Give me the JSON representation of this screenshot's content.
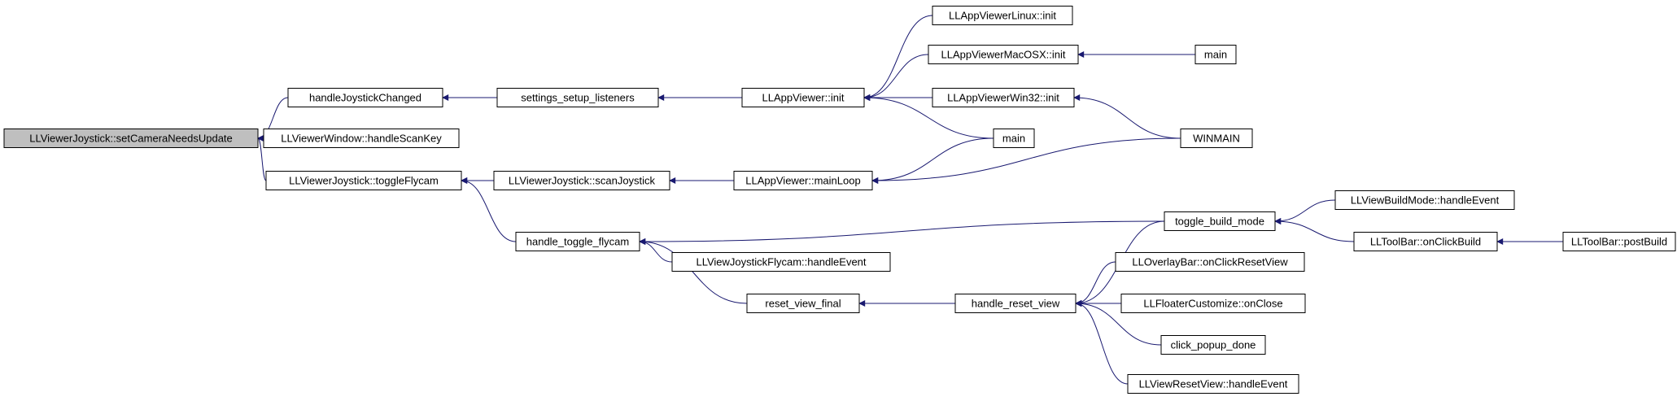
{
  "colors": {
    "edge": "#191970",
    "node_border": "#000000",
    "node_fill": "#ffffff",
    "root_fill": "#bfbfbf",
    "background": "#ffffff"
  },
  "nodes": [
    {
      "id": "setCameraNeedsUpdate",
      "label": "LLViewerJoystick::setCameraNeedsUpdate",
      "root": true
    },
    {
      "id": "handleJoystickChanged",
      "label": "handleJoystickChanged"
    },
    {
      "id": "handleScanKey",
      "label": "LLViewerWindow::handleScanKey"
    },
    {
      "id": "toggleFlycam",
      "label": "LLViewerJoystick::toggleFlycam"
    },
    {
      "id": "settings_setup_listeners",
      "label": "settings_setup_listeners"
    },
    {
      "id": "scanJoystick",
      "label": "LLViewerJoystick::scanJoystick"
    },
    {
      "id": "handle_toggle_flycam",
      "label": "handle_toggle_flycam"
    },
    {
      "id": "reset_view_final",
      "label": "reset_view_final"
    },
    {
      "id": "LLJoystickFlycam_handleEvent",
      "label": "LLViewJoystickFlycam::handleEvent"
    },
    {
      "id": "LLAppViewer_init",
      "label": "LLAppViewer::init"
    },
    {
      "id": "LLAppViewer_mainLoop",
      "label": "LLAppViewer::mainLoop"
    },
    {
      "id": "handle_reset_view",
      "label": "handle_reset_view"
    },
    {
      "id": "LLAppViewerLinux_init",
      "label": "LLAppViewerLinux::init"
    },
    {
      "id": "LLAppViewerMacOSX_init",
      "label": "LLAppViewerMacOSX::init"
    },
    {
      "id": "LLAppViewerWin32_init",
      "label": "LLAppViewerWin32::init"
    },
    {
      "id": "main_a",
      "label": "main"
    },
    {
      "id": "toggle_build_mode",
      "label": "toggle_build_mode"
    },
    {
      "id": "onClickResetView",
      "label": "LLOverlayBar::onClickResetView"
    },
    {
      "id": "onClose",
      "label": "LLFloaterCustomize::onClose"
    },
    {
      "id": "click_popup_done",
      "label": "click_popup_done"
    },
    {
      "id": "LLViewResetView_handleEvent",
      "label": "LLViewResetView::handleEvent"
    },
    {
      "id": "main_b",
      "label": "main"
    },
    {
      "id": "WINMAIN",
      "label": "WINMAIN"
    },
    {
      "id": "LLViewBuildMode_handleEvent",
      "label": "LLViewBuildMode::handleEvent"
    },
    {
      "id": "onClickBuild",
      "label": "LLToolBar::onClickBuild"
    },
    {
      "id": "postBuild",
      "label": "LLToolBar::postBuild"
    }
  ],
  "edges": [
    {
      "from": "handleJoystickChanged",
      "to": "setCameraNeedsUpdate"
    },
    {
      "from": "handleScanKey",
      "to": "setCameraNeedsUpdate"
    },
    {
      "from": "toggleFlycam",
      "to": "setCameraNeedsUpdate"
    },
    {
      "from": "settings_setup_listeners",
      "to": "handleJoystickChanged"
    },
    {
      "from": "LLAppViewer_init",
      "to": "settings_setup_listeners"
    },
    {
      "from": "LLAppViewerLinux_init",
      "to": "LLAppViewer_init"
    },
    {
      "from": "LLAppViewerMacOSX_init",
      "to": "LLAppViewer_init"
    },
    {
      "from": "LLAppViewerWin32_init",
      "to": "LLAppViewer_init"
    },
    {
      "from": "main_a",
      "to": "LLAppViewer_init"
    },
    {
      "from": "main_b",
      "to": "LLAppViewerMacOSX_init"
    },
    {
      "from": "WINMAIN",
      "to": "LLAppViewerWin32_init"
    },
    {
      "from": "scanJoystick",
      "to": "toggleFlycam"
    },
    {
      "from": "handle_toggle_flycam",
      "to": "toggleFlycam"
    },
    {
      "from": "LLAppViewer_mainLoop",
      "to": "scanJoystick"
    },
    {
      "from": "main_a",
      "to": "LLAppViewer_mainLoop"
    },
    {
      "from": "WINMAIN",
      "to": "LLAppViewer_mainLoop"
    },
    {
      "from": "toggle_build_mode",
      "to": "handle_toggle_flycam"
    },
    {
      "from": "LLJoystickFlycam_handleEvent",
      "to": "handle_toggle_flycam"
    },
    {
      "from": "reset_view_final",
      "to": "handle_toggle_flycam"
    },
    {
      "from": "handle_reset_view",
      "to": "reset_view_final"
    },
    {
      "from": "toggle_build_mode",
      "to": "handle_reset_view"
    },
    {
      "from": "onClickResetView",
      "to": "handle_reset_view"
    },
    {
      "from": "onClose",
      "to": "handle_reset_view"
    },
    {
      "from": "click_popup_done",
      "to": "handle_reset_view"
    },
    {
      "from": "LLViewResetView_handleEvent",
      "to": "handle_reset_view"
    },
    {
      "from": "LLViewBuildMode_handleEvent",
      "to": "toggle_build_mode"
    },
    {
      "from": "onClickBuild",
      "to": "toggle_build_mode"
    },
    {
      "from": "postBuild",
      "to": "onClickBuild"
    }
  ]
}
